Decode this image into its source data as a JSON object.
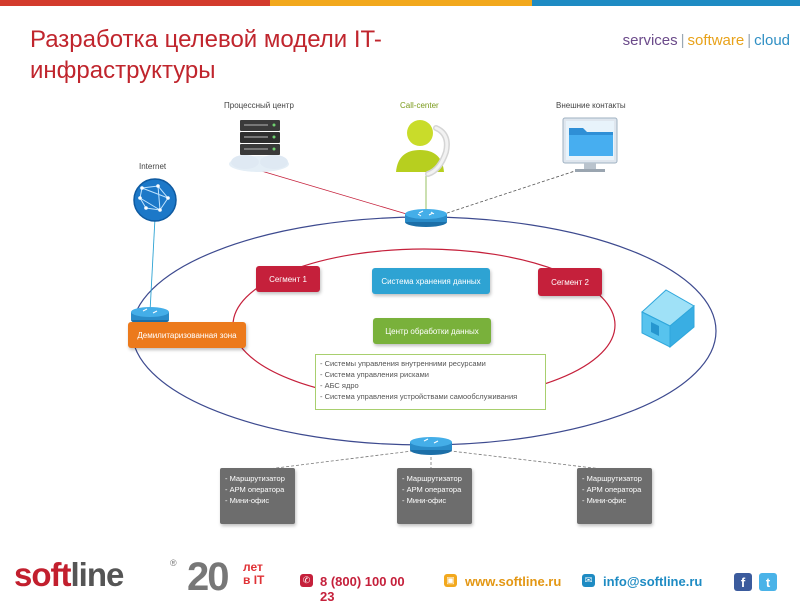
{
  "header": {
    "title": "Разработка целевой модели IT-инфраструктуры",
    "tagline": [
      "services",
      "software",
      "cloud"
    ],
    "tagline_separator": "|",
    "top_bar_colors": [
      "#d33b2c",
      "#f2a81d",
      "#1e8bc3"
    ]
  },
  "nodes": {
    "processing_center": "Процессный центр",
    "call_center": "Call-center",
    "external_contacts": "Внешние контакты",
    "internet": "Internet",
    "segment1": "Сегмент 1",
    "segment2": "Сегмент 2",
    "storage": "Система хранения данных",
    "dmz": "Демилитаризованная зона",
    "data_center": "Центр обработки данных",
    "data_center_items": [
      "- Системы управления внутренними ресурсами",
      "- Система управления рисками",
      "- АБС ядро",
      "- Система управления устройствами самообслуживания"
    ],
    "branches": [
      [
        "- Маршрутизатор",
        "- АРМ оператора",
        "- Мини-офис"
      ],
      [
        "- Маршрутизатор",
        "- АРМ оператора",
        "- Мини-офис"
      ],
      [
        "- Маршрутизатор",
        "- АРМ оператора",
        "- Мини-офис"
      ]
    ]
  },
  "footer": {
    "logo_left": "soft",
    "logo_right": "line",
    "registered": "®",
    "anniversary_number": "20",
    "anniversary_text_top": "лет",
    "anniversary_text_bottom": "в IT",
    "phone": "8 (800) 100 00 23",
    "website": "www.softline.ru",
    "email": "info@softline.ru",
    "facebook": "f",
    "twitter": "t"
  },
  "colors": {
    "title": "#c0252d",
    "segment": "#c5203b",
    "storage": "#2ea3d3",
    "dmz": "#ec7a1c",
    "data_center": "#79b13b",
    "branch": "#6d6d6d",
    "ring": "#3d4a8f"
  }
}
